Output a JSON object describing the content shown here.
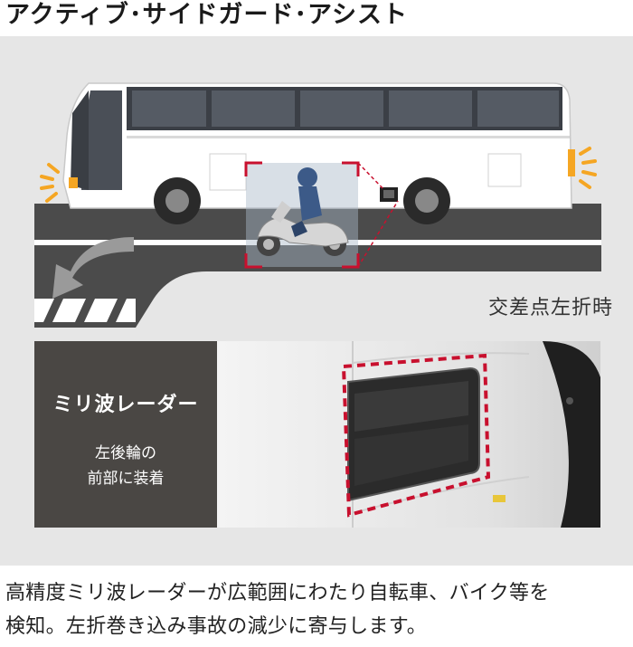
{
  "title": "アクティブ･サイドガード･アシスト",
  "scene": {
    "caption": "交差点左折時"
  },
  "radar": {
    "title": "ミリ波レーダー",
    "sub_line1": "左後輪の",
    "sub_line2": "前部に装着"
  },
  "description": {
    "line1": "高精度ミリ波レーダーが広範囲にわたり自転車、バイク等を",
    "line2": "検知。左折巻き込み事故の減少に寄与します。"
  },
  "colors": {
    "accent_red": "#c8102e",
    "indicator_amber": "#f5a623",
    "road": "#4b4b4b",
    "label_box": "#4a4744"
  }
}
